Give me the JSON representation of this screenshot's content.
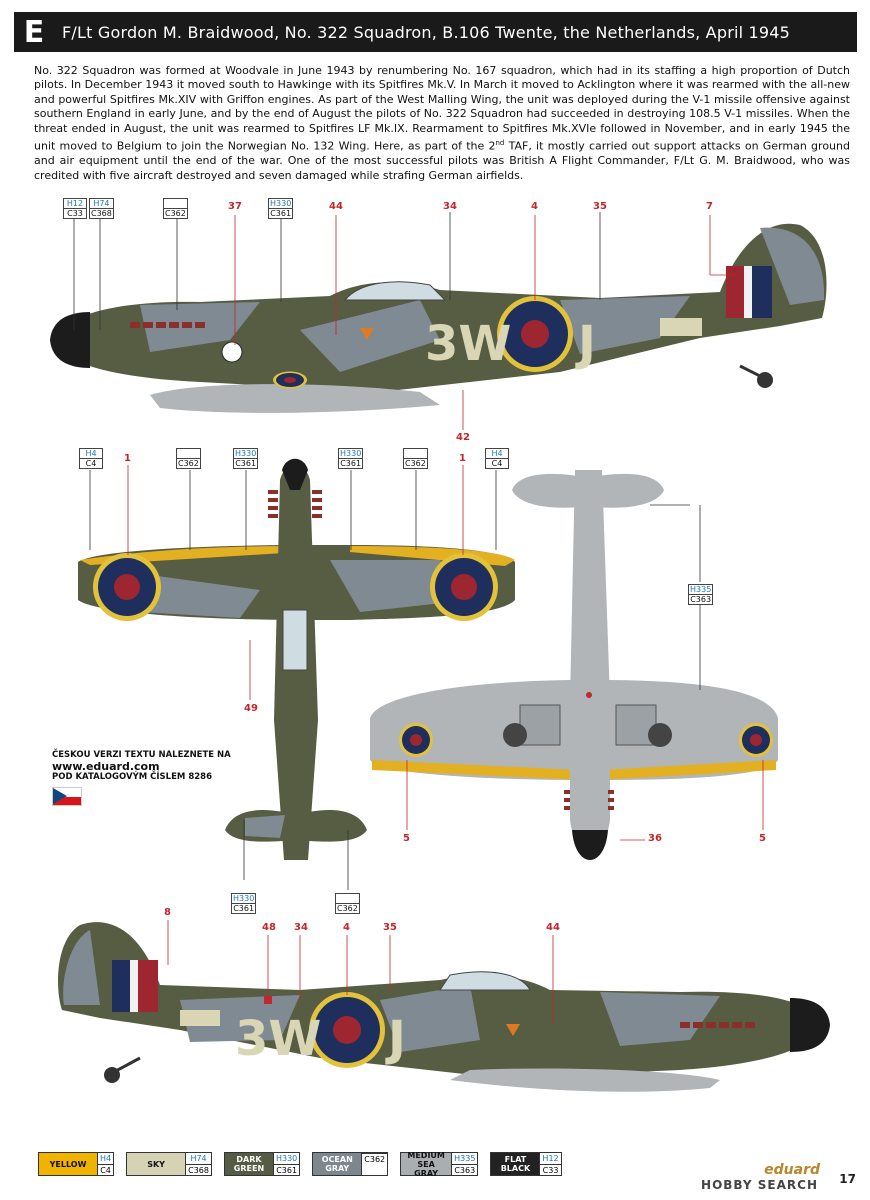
{
  "header": {
    "letter": "E",
    "title": "F/Lt Gordon M. Braidwood, No. 322 Squadron, B.106 Twente, the Netherlands, April 1945"
  },
  "description": {
    "part1": "No. 322 Squadron was formed at Woodvale in June 1943 by renumbering No. 167 squadron, which had in its staffing a high proportion of Dutch pilots. In December 1943 it moved south to Hawkinge with its Spitfires Mk.V. In March it moved to Acklington where it was rearmed with the all-new and powerful Spitfires Mk.XIV with Griffon engines. As part of the West Malling Wing, the unit was deployed during the V-1 missile offensive against southern England in early June, and by the end of August the pilots of No. 322 Squadron had succeeded in destroying 108.5 V-1 missiles. When the threat ended in August, the unit was rearmed to Spitfires LF Mk.IX. Rearmament to Spitfires Mk.XVIe followed in November, and in early 1945 the unit moved to Belgium to join the Norwegian No. 132 Wing. Here, as part of the 2",
    "sup": "nd",
    "part2": " TAF, it mostly carried out support attacks on German ground and air equipment until the end of the war. One of the most successful pilots was British A Flight Commander, F/Lt G. M. Braidwood, who was credited with five aircraft destroyed and seven damaged while strafing German airfields."
  },
  "side_top": {
    "callouts": [
      {
        "h": "H12",
        "c": "C33"
      },
      {
        "h": "H74",
        "c": "C368"
      },
      {
        "h": "",
        "c": "C362"
      },
      {
        "h": "H330",
        "c": "C361"
      }
    ],
    "numbers": [
      "37",
      "44",
      "34",
      "4",
      "35",
      "7",
      "42"
    ],
    "code_left": "3W",
    "code_right": "J"
  },
  "top_view": {
    "callouts": [
      {
        "h": "H4",
        "c": "C4"
      },
      {
        "h": "",
        "c": "C362"
      },
      {
        "h": "H330",
        "c": "C361"
      },
      {
        "h": "H330",
        "c": "C361"
      },
      {
        "h": "",
        "c": "C362"
      },
      {
        "h": "H4",
        "c": "C4"
      },
      {
        "h": "H330",
        "c": "C361"
      },
      {
        "h": "",
        "c": "C362"
      }
    ],
    "numbers": [
      "1",
      "1",
      "49"
    ]
  },
  "bottom_view": {
    "callouts": [
      {
        "h": "H335",
        "c": "C363"
      }
    ],
    "numbers": [
      "5",
      "36",
      "5"
    ]
  },
  "czech_note": {
    "line1": "ČESKOU VERZI TEXTU NALEZNETE NA",
    "url": "www.eduard.com",
    "line3": "POD KATALOGOVÝM ČÍSLEM 8286"
  },
  "side_bottom": {
    "numbers": [
      "8",
      "48",
      "34",
      "4",
      "35",
      "44"
    ],
    "code_left": "3W",
    "code_right": "J"
  },
  "legend": [
    {
      "name": "YELLOW",
      "h": "H4",
      "c": "C4",
      "color": "#f0b400",
      "text": "#111"
    },
    {
      "name": "SKY",
      "h": "H74",
      "c": "C368",
      "color": "#d6d3b4",
      "text": "#111"
    },
    {
      "name": "DARK GREEN",
      "h": "H330",
      "c": "C361",
      "color": "#565b43",
      "text": "#fff"
    },
    {
      "name": "OCEAN GRAY",
      "h": "",
      "c": "C362",
      "color": "#7d8790",
      "text": "#fff"
    },
    {
      "name": "MEDIUM SEA GRAY",
      "h": "H335",
      "c": "C363",
      "color": "#a9aeb1",
      "text": "#111"
    },
    {
      "name": "FLAT BLACK",
      "h": "H12",
      "c": "C33",
      "color": "#222222",
      "text": "#fff"
    }
  ],
  "footer": {
    "brand": "eduard",
    "watermark": "HOBBY SEARCH",
    "page": "17"
  },
  "colors": {
    "dark_green": "#575d42",
    "ocean_gray": "#7f8a92",
    "sky": "#d9d6b5",
    "medium_sea_gray": "#b1b5b8",
    "roundel_blue": "#1e2f5e",
    "roundel_red": "#9d2630",
    "yellow": "#e3b021",
    "callout_blue": "#1e77b8",
    "number_red": "#c1272d"
  }
}
